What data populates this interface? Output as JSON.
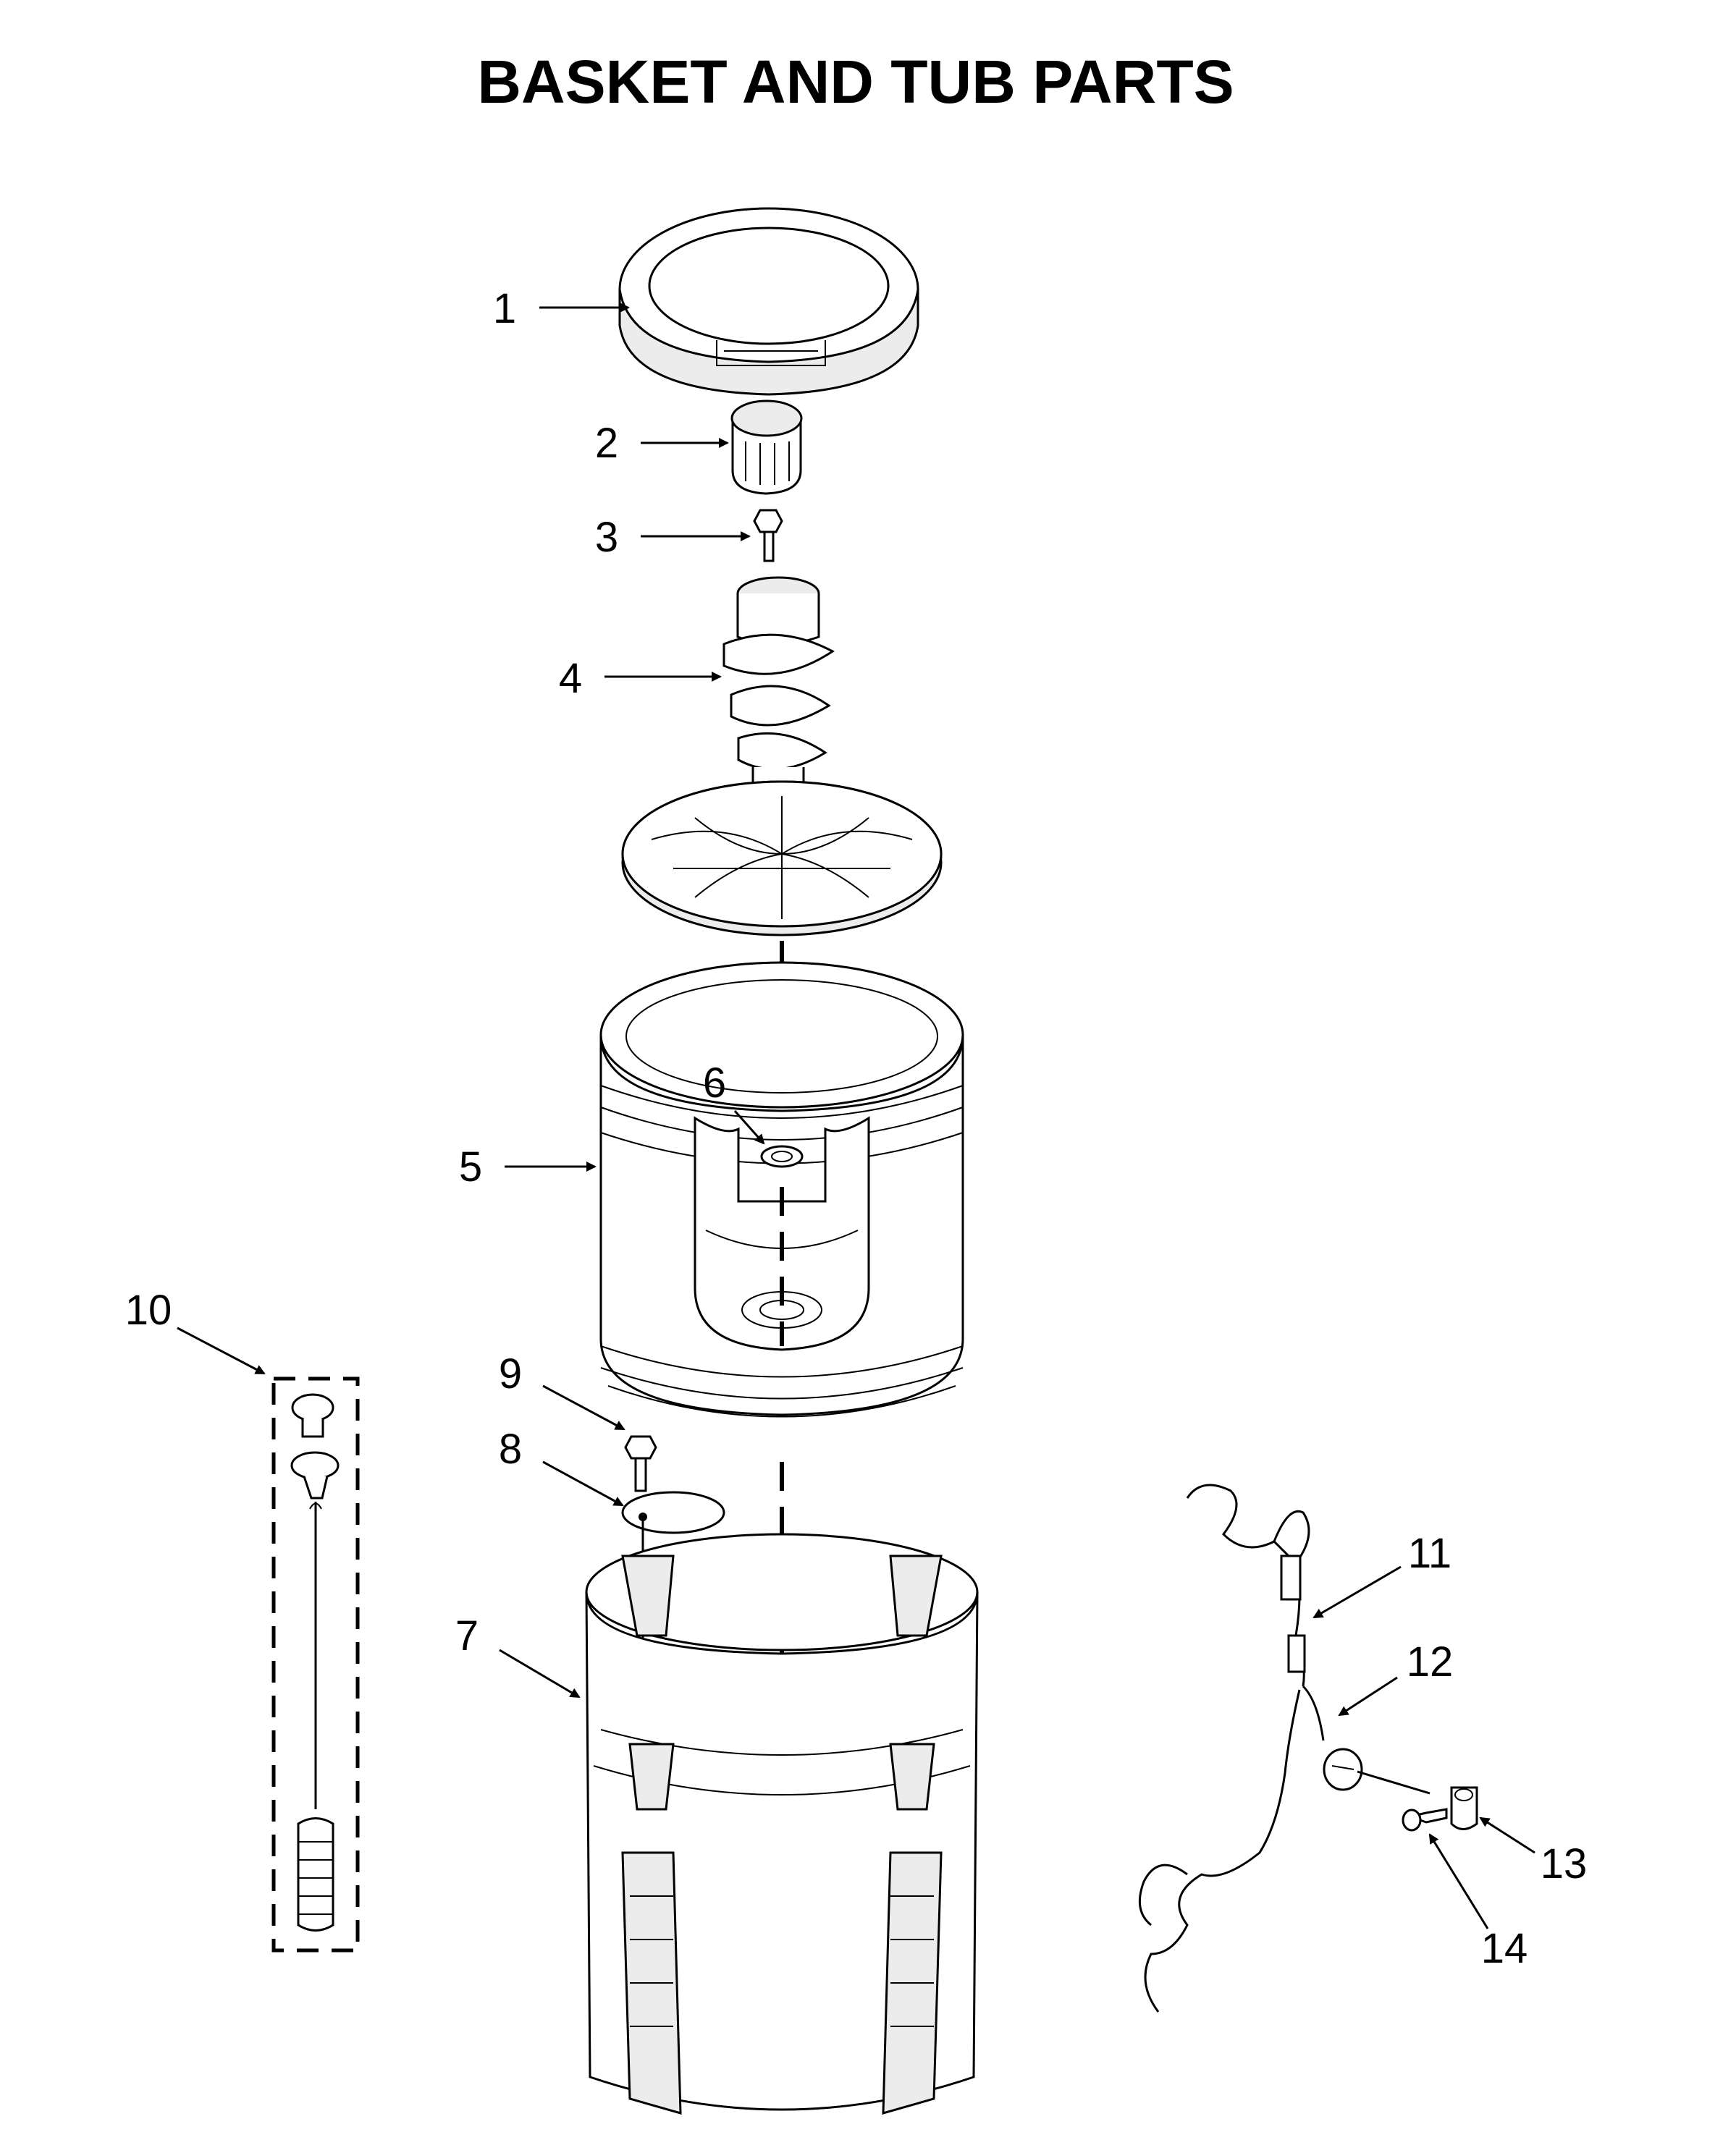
{
  "title": "BASKET AND TUB PARTS",
  "callouts": [
    "1",
    "2",
    "3",
    "4",
    "5",
    "6",
    "7",
    "8",
    "9",
    "10",
    "11",
    "12",
    "13",
    "14"
  ]
}
